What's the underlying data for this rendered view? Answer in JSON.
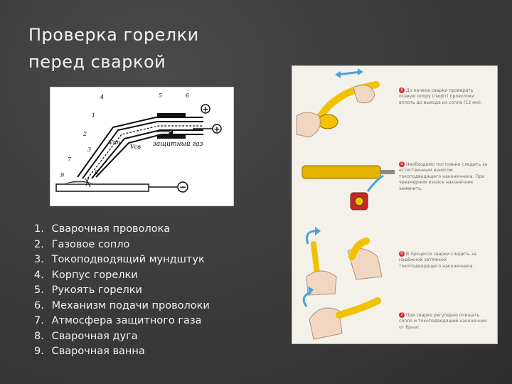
{
  "slide": {
    "title_line1": "Проверка горелки",
    "title_line2": "перед сваркой"
  },
  "diagram": {
    "callouts": [
      "1",
      "2",
      "3",
      "4",
      "5",
      "6",
      "7",
      "8",
      "9"
    ],
    "label_gas": "защитный газ",
    "label_speed": "Vсв",
    "label_feed": "Vпп",
    "polarity_plus": "+",
    "polarity_minus": "−"
  },
  "legend": {
    "items": [
      {
        "num": "1.",
        "text": "Сварочная проволока"
      },
      {
        "num": "2.",
        "text": "Газовое сопло"
      },
      {
        "num": "3.",
        "text": "Токоподводящий мундштук"
      },
      {
        "num": "4.",
        "text": "Корпус горелки"
      },
      {
        "num": "5.",
        "text": "Рукоять горелки"
      },
      {
        "num": "6.",
        "text": "Механизм подачи проволоки"
      },
      {
        "num": "7.",
        "text": "Атмосфера защитного газа"
      },
      {
        "num": "8.",
        "text": "Сварочная дуга"
      },
      {
        "num": "9.",
        "text": "Сварочная ванна"
      }
    ]
  },
  "photo_panel": {
    "steps": [
      {
        "badge": "4",
        "text": "До начала сварки проверить осевую опору (люфт) проволоки вплоть до выхода из сопла (12 мм)."
      },
      {
        "badge": "5",
        "text": "Необходимо постоянно следить за естественным износом токоподводящего наконечника. При чрезмерном износе наконечник заменить."
      },
      {
        "badge": "6",
        "text": "В процессе сварки следить за надёжной затяжкой токоподводящего наконечника."
      },
      {
        "badge": "7",
        "text": "При сварке регулярно очищать сопло и токоподводящий наконечник от брызг."
      }
    ]
  },
  "colors": {
    "background": "#3a3a3a",
    "text": "#f2f2f2",
    "torch_yellow": "#f2c200",
    "arrow_blue": "#4aa3d8",
    "badge_red": "#d32f2f"
  }
}
